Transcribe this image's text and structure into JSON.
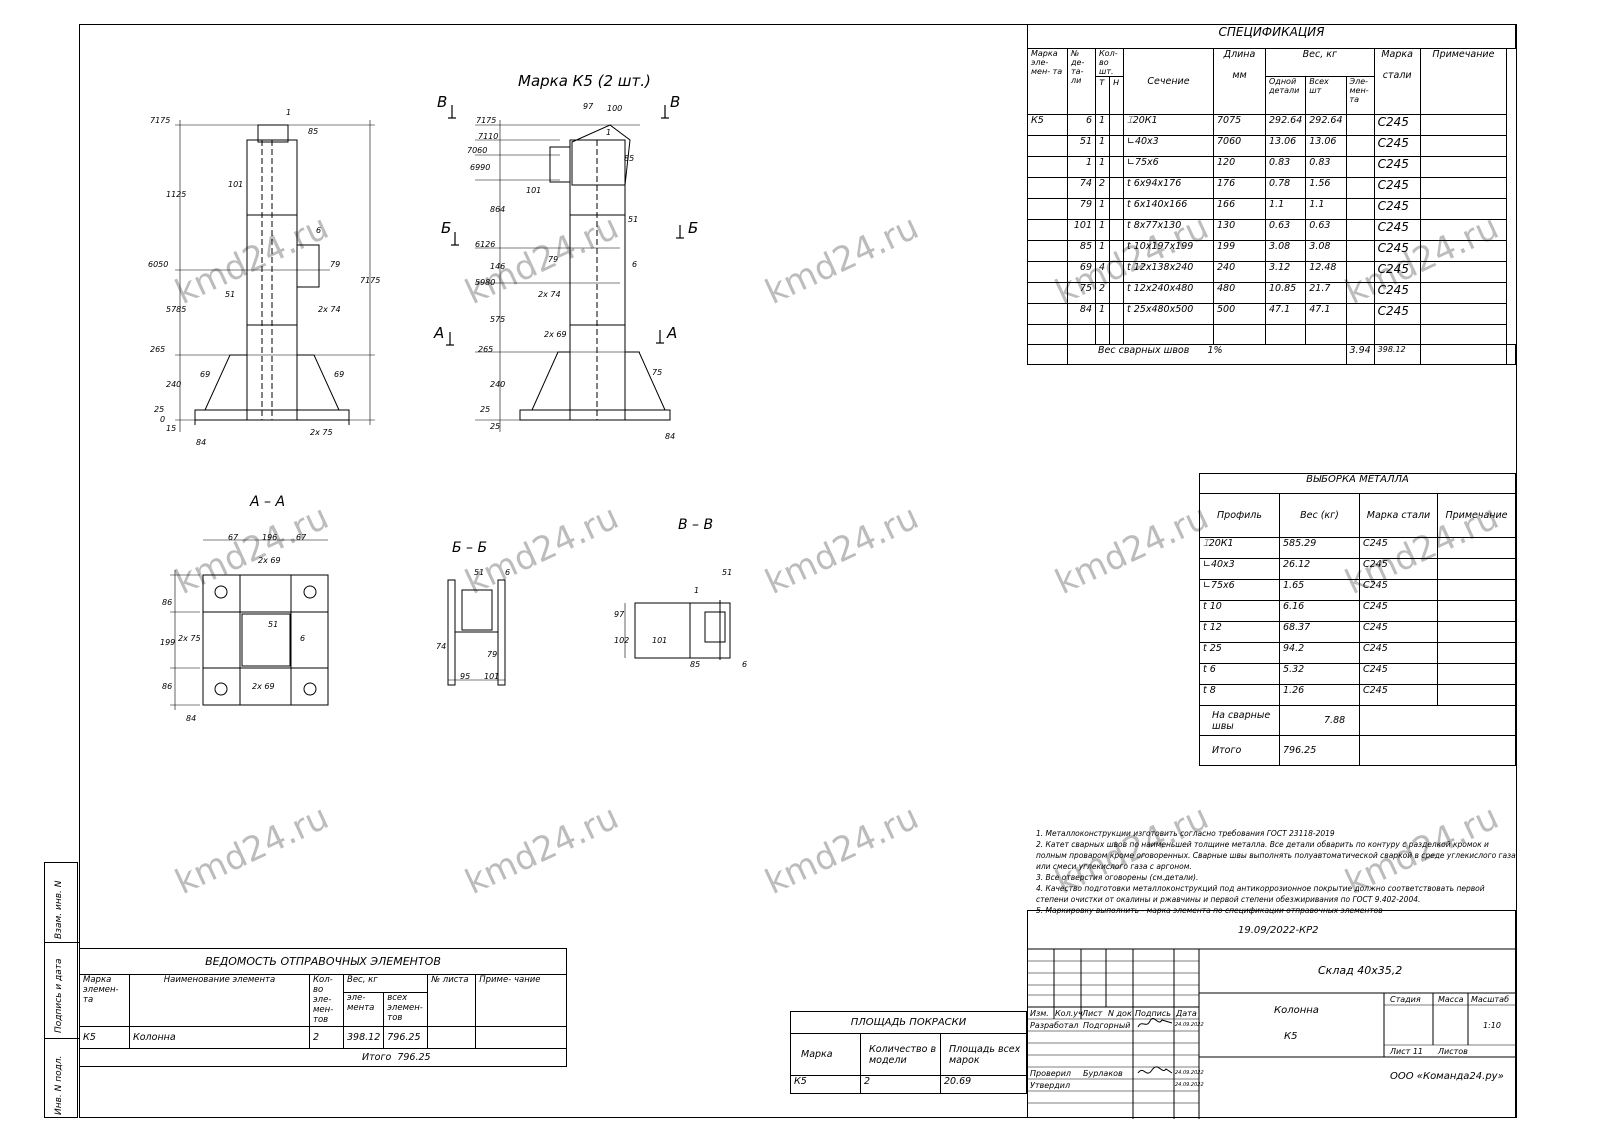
{
  "watermark": "kmd24.ru",
  "drawing": {
    "mark_title": "Марка К5 (2 шт.)",
    "view_aa": "А – А",
    "view_bb": "Б – Б",
    "view_vv": "В – В",
    "cut_a": "А",
    "cut_b": "Б",
    "cut_v": "В",
    "dims_left": [
      "7175",
      "1125",
      "6050",
      "5785",
      "265",
      "240",
      "25",
      "0",
      "15"
    ],
    "dims_right": [
      "7175",
      "7110",
      "7060",
      "6990",
      "864",
      "6126",
      "146",
      "5980",
      "575",
      "265",
      "240",
      "25",
      "25"
    ],
    "total": "7175",
    "top_dims": [
      "97",
      "100"
    ],
    "aa_dims": [
      "67",
      "196",
      "67",
      "86",
      "199",
      "86"
    ],
    "bb_dims": [
      "95",
      "101"
    ],
    "vv_dims": [
      "97",
      "102"
    ],
    "labels": {
      "p1": "1",
      "p85": "85",
      "p101": "101",
      "p6": "6",
      "p79": "79",
      "p51": "51",
      "p2x74": "2х 74",
      "p69": "69",
      "p84": "84",
      "p2x75": "2х 75",
      "p75": "75",
      "p2x69": "2х 69",
      "p74": "74"
    }
  },
  "spec": {
    "title": "СПЕЦИФИКАЦИЯ",
    "h_mark": "Марка эле- мен- та",
    "h_no": "№ де- та- ли",
    "h_qty": "Кол-во шт.",
    "h_t": "т",
    "h_n": "н",
    "h_section": "Сечение",
    "h_length": "Длина",
    "h_mm": "мм",
    "h_weight": "Вес, кг",
    "h_one": "Одной детали",
    "h_all": "Всех шт",
    "h_elem": "Эле- мен- та",
    "h_steel": "Марка",
    "h_steel2": "стали",
    "h_note": "Примечание",
    "mark": "К5",
    "rows": [
      [
        "6",
        "1",
        "⌶20К1",
        "7075",
        "292.64",
        "292.64",
        "С245"
      ],
      [
        "51",
        "1",
        "∟40х3",
        "7060",
        "13.06",
        "13.06",
        "С245"
      ],
      [
        "1",
        "1",
        "∟75х6",
        "120",
        "0.83",
        "0.83",
        "С245"
      ],
      [
        "74",
        "2",
        "t 6х94х176",
        "176",
        "0.78",
        "1.56",
        "С245"
      ],
      [
        "79",
        "1",
        "t 6х140х166",
        "166",
        "1.1",
        "1.1",
        "С245"
      ],
      [
        "101",
        "1",
        "t 8х77х130",
        "130",
        "0.63",
        "0.63",
        "С245"
      ],
      [
        "85",
        "1",
        "t 10х197х199",
        "199",
        "3.08",
        "3.08",
        "С245"
      ],
      [
        "69",
        "4",
        "t 12х138х240",
        "240",
        "3.12",
        "12.48",
        "С245"
      ],
      [
        "75",
        "2",
        "t 12х240х480",
        "480",
        "10.85",
        "21.7",
        "С245"
      ],
      [
        "84",
        "1",
        "t 25х480х500",
        "500",
        "47.1",
        "47.1",
        "С245"
      ]
    ],
    "weld_label": "Вес сварных швов",
    "weld_pct": "1%",
    "weld_val": "3.94",
    "elem_total": "398.12"
  },
  "metal": {
    "title": "ВЫБОРКА МЕТАЛЛА",
    "h_profile": "Профиль",
    "h_weight": "Вес (кг)",
    "h_steel": "Марка стали",
    "h_note": "Примечание",
    "rows": [
      [
        "⌶20К1",
        "585.29",
        "С245"
      ],
      [
        "∟40х3",
        "26.12",
        "С245"
      ],
      [
        "∟75х6",
        "1.65",
        "С245"
      ],
      [
        "t 10",
        "6.16",
        "С245"
      ],
      [
        "t 12",
        "68.37",
        "С245"
      ],
      [
        "t 25",
        "94.2",
        "С245"
      ],
      [
        "t 6",
        "5.32",
        "С245"
      ],
      [
        "t 8",
        "1.26",
        "С245"
      ]
    ],
    "weld_label": "На сварные швы",
    "weld_val": "7.88",
    "total_label": "Итого",
    "total_val": "796.25"
  },
  "notes": [
    "1. Металлоконструкции изготовить согласно требования ГОСТ 23118-2019",
    "2. Катет сварных швов по наименьшей толщине металла. Все детали обварить по контуру с разделкой кромок и полным проваром кроме оговоренных. Сварные швы выполнять полуавтоматической сваркой в среде углекислого газа или смеси углекислого газа с аргоном.",
    "3. Все отверстия оговорены (см.детали).",
    "4. Качество подготовки металлоконструкций под антикоррозионное покрытие должно соответствовать первой степени очистки от окалины и ржавчины и первой степени обезжиривания по ГОСТ 9.402-2004.",
    "5. Маркировку выполнить - марка элемента по спецификации отправочных элементов"
  ],
  "shipping": {
    "title": "ВЕДОМОСТЬ ОТПРАВОЧНЫХ ЭЛЕМЕНТОВ",
    "h_mark": "Марка элемен- та",
    "h_name": "Наименование элемента",
    "h_qty": "Кол-во эле- мен- тов",
    "h_weight": "Вес, кг",
    "h_elem": "эле- мента",
    "h_all": "всех элемен- тов",
    "h_sheet": "№ листа",
    "h_note": "Приме- чание",
    "row": [
      "К5",
      "Колонна",
      "2",
      "398.12",
      "796.25"
    ],
    "total_label": "Итого",
    "total_val": "796.25"
  },
  "paint": {
    "title": "ПЛОЩАДЬ ПОКРАСКИ",
    "h_mark": "Марка",
    "h_qty": "Количество в модели",
    "h_area": "Площадь всех марок",
    "row": [
      "К5",
      "2",
      "20.69"
    ]
  },
  "stamp": {
    "code": "19.09/2022-КР2",
    "object": "Склад 40х35,2",
    "element": "Колонна",
    "element2": "К5",
    "h_izm": "Изм.",
    "h_kol": "Кол.уч",
    "h_list": "Лист",
    "h_doc": "N док",
    "h_sign": "Подпись",
    "h_date": "Дата",
    "razrab": "Разработал",
    "razrab_name": "Подгорный",
    "razrab_date": "24.09.2022",
    "prover": "Проверил",
    "prover_name": "Бурлаков",
    "prover_date": "24.09.2022",
    "utverd": "Утвердил",
    "utverd_date": "24.09.2022",
    "stage": "Стадия",
    "mass": "Масса",
    "scale": "Масштаб",
    "scale_val": "1:10",
    "sheet": "Лист 11",
    "sheets": "Листов",
    "org": "ООО «Команда24.ру»"
  },
  "side": {
    "a": "Взам. инв. N",
    "b": "Подпись и дата",
    "c": "Инв. N подл."
  }
}
